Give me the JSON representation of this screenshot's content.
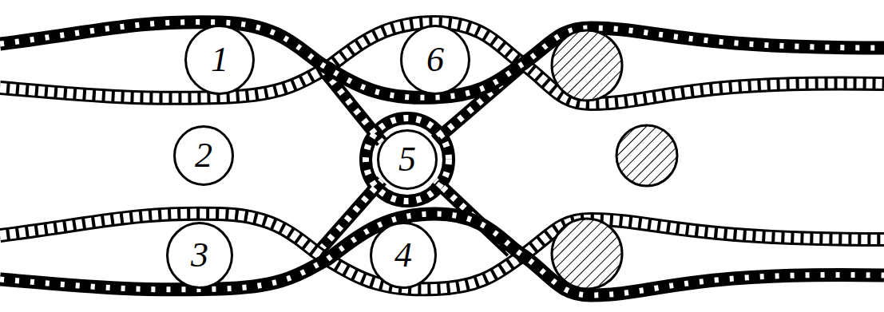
{
  "diagram": {
    "nodes": [
      {
        "text": [
          "1"
        ]
      },
      {
        "text": [
          "6"
        ]
      },
      {
        "text": [
          "2"
        ]
      },
      {
        "text": [
          "5"
        ]
      },
      {
        "text": [
          "3"
        ]
      },
      {
        "text": [
          "4"
        ]
      }
    ]
  }
}
